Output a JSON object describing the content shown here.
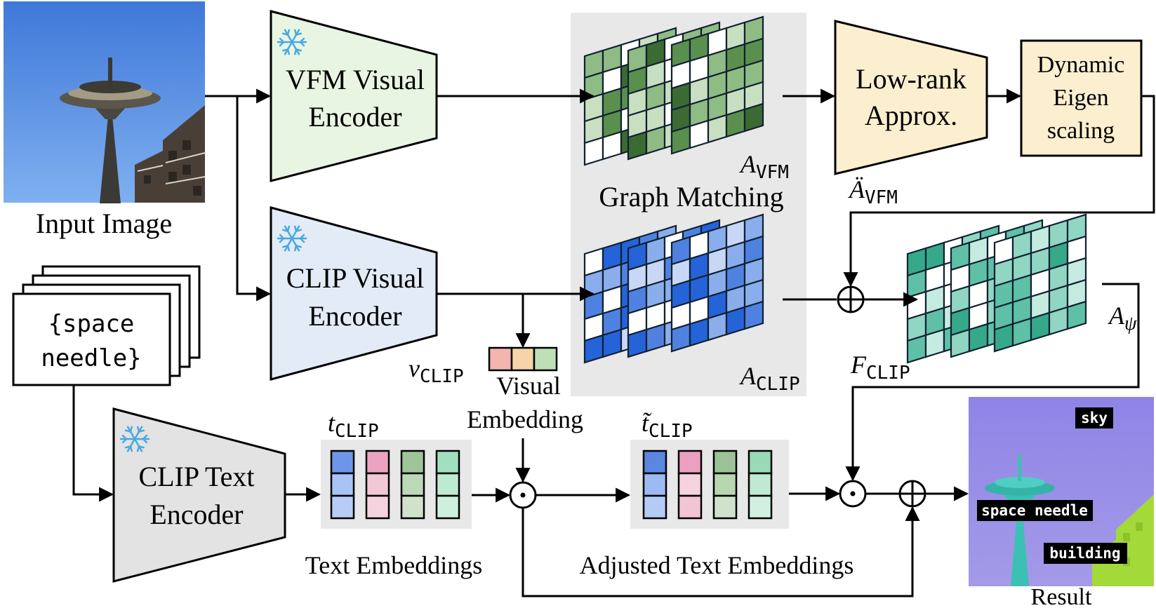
{
  "input": {
    "caption": "Input Image"
  },
  "prompt": {
    "line1": "{space",
    "line2": "needle}"
  },
  "encoders": {
    "vfm": {
      "line1": "VFM Visual",
      "line2": "Encoder",
      "frozen_icon": "snowflake-icon"
    },
    "clip_visual": {
      "line1": "CLIP Visual",
      "line2": "Encoder",
      "frozen_icon": "snowflake-icon"
    },
    "clip_text": {
      "line1": "CLIP Text",
      "line2": "Encoder",
      "frozen_icon": "snowflake-icon"
    }
  },
  "graph_matching": {
    "title": "Graph Matching"
  },
  "low_rank": {
    "line1": "Low-rank",
    "line2": "Approx."
  },
  "eigen": {
    "line1": "Dynamic",
    "line2": "Eigen",
    "line3": "scaling"
  },
  "symbols": {
    "a_vfm": {
      "base": "A",
      "sub": "VFM"
    },
    "a_vfm_dd": {
      "base": "Ä",
      "sub": "VFM"
    },
    "a_clip": {
      "base": "A",
      "sub": "CLIP"
    },
    "a_psi": {
      "base": "A",
      "sub": "ψ"
    },
    "f_clip": {
      "base": "F",
      "sub": "CLIP"
    },
    "v_clip": {
      "base": "v",
      "sub": "CLIP"
    },
    "t_clip": {
      "base": "t",
      "sub": "CLIP"
    },
    "t_tilde": {
      "base": "t̃",
      "sub": "CLIP"
    }
  },
  "visual_embedding": {
    "line1": "Visual",
    "line2": "Embedding"
  },
  "text_embeddings": {
    "label": "Text Embeddings"
  },
  "adjusted_embeddings": {
    "label": "Adjusted Text Embeddings"
  },
  "result": {
    "caption": "Result",
    "labels": {
      "sky": "sky",
      "needle": "space needle",
      "building": "building"
    }
  },
  "operators": {
    "add": "⊕",
    "mul": "⊙"
  },
  "colors": {
    "vfm_fill": "#e9f5e3",
    "clip_visual_fill": "#e3ebf7",
    "clip_text_fill": "#e3e3e3",
    "beige_fill": "#fbefcf",
    "panel_gray": "#e8e8e8",
    "sky_overlay": "#9a8fe8",
    "building_overlay": "#a4d93a",
    "needle_overlay": "#3cc0b4"
  },
  "text_embedding_colors": [
    [
      "#6d95e8",
      "#a9c3f5",
      "#b8cdf5"
    ],
    [
      "#eaa4c0",
      "#f2c7d6",
      "#f4d2de"
    ],
    [
      "#9fc49a",
      "#bcd8b7",
      "#cfe3cb"
    ],
    [
      "#a1dfbe",
      "#bfead2",
      "#cfefde"
    ]
  ],
  "adjusted_embedding_colors": [
    [
      "#5a86e0",
      "#9dbaf2",
      "#b3cbf5"
    ],
    [
      "#ec9fbe",
      "#f4d3df",
      "#f3c4d4"
    ],
    [
      "#9cc196",
      "#b9d6b3",
      "#cee3c9"
    ],
    [
      "#9ad9b8",
      "#bfe9d2",
      "#d2f0df"
    ]
  ],
  "visual_embedding_colors": [
    "#f2b5b0",
    "#f6d3a8",
    "#bfe0b6"
  ]
}
